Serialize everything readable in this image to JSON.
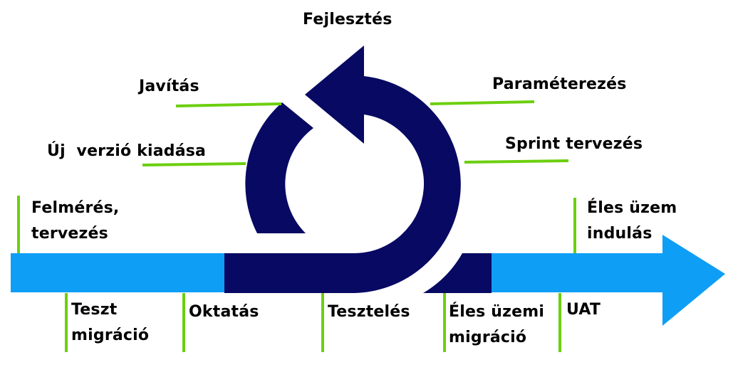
{
  "colors": {
    "navy": "#070963",
    "blue": "#0f9ef5",
    "green": "#6ccf0f"
  },
  "loop": {
    "top": "Fejlesztés",
    "left_upper": "Javítás",
    "left_lower": "Új  verzió kiadása",
    "right_upper": "Paraméterezés",
    "right_lower": "Sprint tervezés"
  },
  "timeline": {
    "above": [
      {
        "line1": "Felmérés,",
        "line2": "tervezés"
      },
      {
        "line1": "Éles üzem",
        "line2": "indulás"
      }
    ],
    "below": [
      {
        "line1": "Teszt",
        "line2": "migráció"
      },
      {
        "line1": "Oktatás",
        "line2": ""
      },
      {
        "line1": "Tesztelés",
        "line2": ""
      },
      {
        "line1": "Éles üzemi",
        "line2": "migráció"
      },
      {
        "line1": "UAT",
        "line2": ""
      }
    ]
  }
}
